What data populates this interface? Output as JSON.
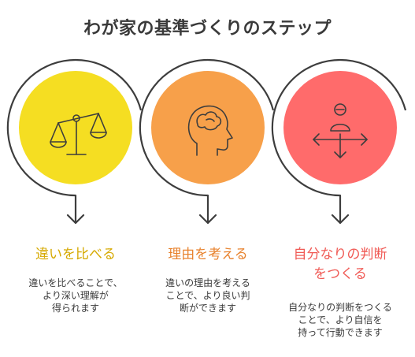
{
  "title": "わが家の基準づくりのステップ",
  "steps": [
    {
      "title_lines": [
        "違いを比べる"
      ],
      "desc_lines": [
        "違いを比べることで、",
        "より深い理解が",
        "得られます"
      ],
      "color": "#f5de22",
      "title_color": "#d6a900",
      "icon": "balance-scale-icon"
    },
    {
      "title_lines": [
        "理由を考える"
      ],
      "desc_lines": [
        "違いの理由を考える",
        "ことで、より良い判",
        "断ができます"
      ],
      "color": "#f7a04a",
      "title_color": "#e8822d",
      "icon": "head-brain-icon"
    },
    {
      "title_lines": [
        "自分なりの判断",
        "をつくる"
      ],
      "desc_lines": [
        "自分なりの判断をつくる",
        "ことで、より自信を",
        "持って行動できます"
      ],
      "color": "#ff6b6b",
      "title_color": "#f05a55",
      "icon": "person-directions-icon"
    }
  ]
}
